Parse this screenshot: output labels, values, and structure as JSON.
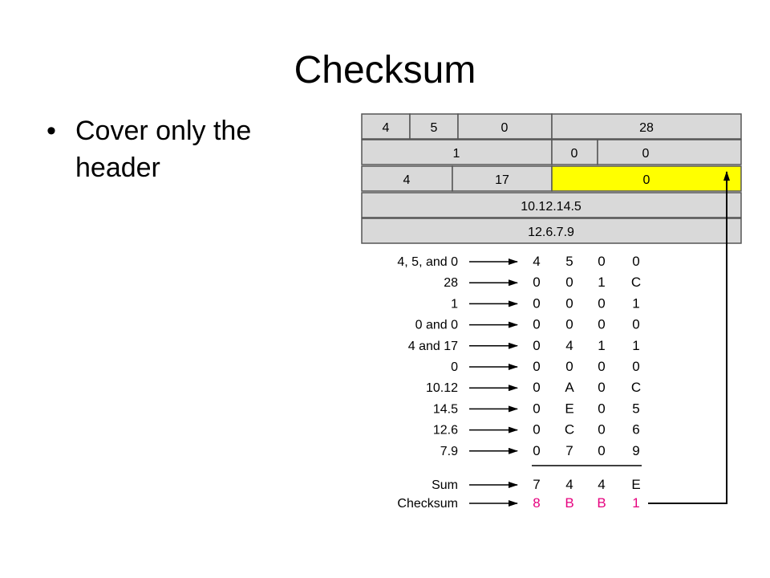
{
  "slide": {
    "title": "Checksum",
    "bullet": "Cover only the header"
  },
  "header_table": {
    "row1": [
      "4",
      "5",
      "0",
      "28"
    ],
    "row2": [
      "1",
      "0",
      "0"
    ],
    "row3": [
      "4",
      "17",
      "0"
    ],
    "row4": [
      "10.12.14.5"
    ],
    "row5": [
      "12.6.7.9"
    ]
  },
  "sum_table": {
    "rows": [
      {
        "label": "4, 5, and 0",
        "digits": [
          "4",
          "5",
          "0",
          "0"
        ]
      },
      {
        "label": "28",
        "digits": [
          "0",
          "0",
          "1",
          "C"
        ]
      },
      {
        "label": "1",
        "digits": [
          "0",
          "0",
          "0",
          "1"
        ]
      },
      {
        "label": "0 and 0",
        "digits": [
          "0",
          "0",
          "0",
          "0"
        ]
      },
      {
        "label": "4 and 17",
        "digits": [
          "0",
          "4",
          "1",
          "1"
        ]
      },
      {
        "label": "0",
        "digits": [
          "0",
          "0",
          "0",
          "0"
        ]
      },
      {
        "label": "10.12",
        "digits": [
          "0",
          "A",
          "0",
          "C"
        ]
      },
      {
        "label": "14.5",
        "digits": [
          "0",
          "E",
          "0",
          "5"
        ]
      },
      {
        "label": "12.6",
        "digits": [
          "0",
          "C",
          "0",
          "6"
        ]
      },
      {
        "label": "7.9",
        "digits": [
          "0",
          "7",
          "0",
          "9"
        ]
      }
    ],
    "sum": {
      "label": "Sum",
      "digits": [
        "7",
        "4",
        "4",
        "E"
      ]
    },
    "checksum": {
      "label": "Checksum",
      "digits": [
        "8",
        "B",
        "B",
        "1"
      ]
    }
  },
  "colors": {
    "cell_fill": "#d9d9d9",
    "highlight_fill": "#ffff00",
    "checksum_color": "#e6007e"
  }
}
